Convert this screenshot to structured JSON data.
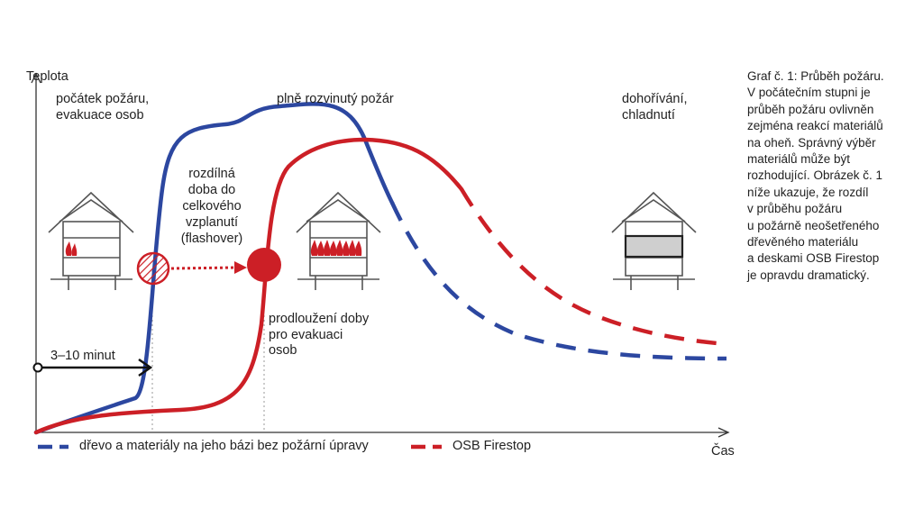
{
  "axes": {
    "y_label": "Teplota",
    "x_label": "Čas"
  },
  "phases": {
    "start": [
      "počátek požáru,",
      "evakuace osob"
    ],
    "developed": "plně rozvinutý požár",
    "decay": [
      "dohořívání,",
      "chladnutí"
    ]
  },
  "annotations": {
    "flashover": [
      "rozdílná",
      "doba do",
      "celkového",
      "vzplanutí",
      "(flashover)"
    ],
    "evacuation": [
      "prodloužení doby",
      "pro evakuaci",
      "osob"
    ],
    "duration": "3–10 minut"
  },
  "legend": [
    {
      "label": "dřevo a materiály na jeho bázi bez požární úpravy",
      "color": "#2c47a0"
    },
    {
      "label": "OSB Firestop",
      "color": "#cc1f26"
    }
  ],
  "caption": [
    "Graf č. 1: Průběh požáru.",
    "V počátečním stupni je",
    "průběh požáru ovlivněn",
    "zejména reakcí materiálů",
    "na oheň. Správný výběr",
    "materiálů může být",
    "rozhodující. Obrázek č. 1",
    "níže ukazuje, že rozdíl",
    "v průběhu požáru",
    "u požárně neošetřeného",
    "dřevěného materiálu",
    "a deskami OSB Firestop",
    "je opravdu dramatický."
  ],
  "colors": {
    "untreated": "#2c47a0",
    "firestop": "#cc1f26",
    "axis": "#333333",
    "house": "#555555",
    "flame": "#cc1f26",
    "ash": "#cfcfcf"
  },
  "icons": {
    "houses": [
      "house-small-fire-icon",
      "house-full-fire-icon",
      "house-burnt-out-icon"
    ],
    "markers": [
      "hatched-circle-marker-icon",
      "filled-circle-marker-icon",
      "duration-arrow-icon",
      "dotted-arrow-icon"
    ]
  }
}
